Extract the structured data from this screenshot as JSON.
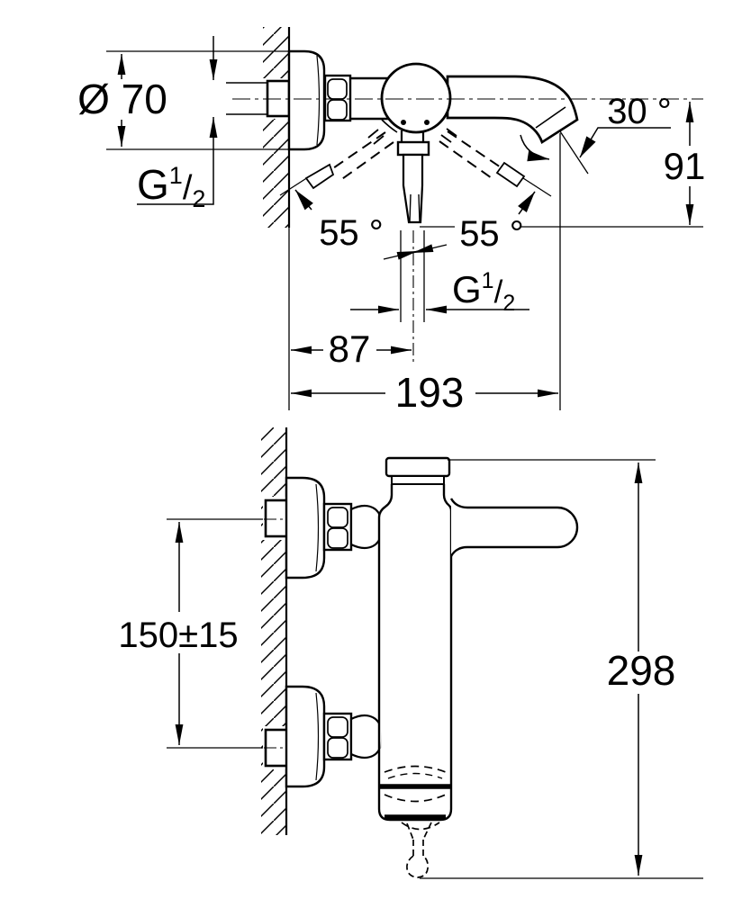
{
  "drawing": {
    "kind": "technical dimensional drawing, wall-mounted single-lever bath/shower mixer, two orthographic views",
    "units": "mm",
    "ink_color": "#000000",
    "background_color": "#ffffff"
  },
  "top_view": {
    "dims": {
      "flange_diameter": "Ø 70",
      "wall_thread": {
        "letter": "G",
        "num": "1",
        "slash": "/",
        "den": "2"
      },
      "spout_angle": "30 °",
      "axis_to_handle_tip": "91",
      "swing_left": "55 °",
      "swing_right": "55 °",
      "outlet_thread": {
        "letter": "G",
        "num": "1",
        "slash": "/",
        "den": "2"
      },
      "wall_to_outlet": "87",
      "wall_to_spout_tip": "193"
    }
  },
  "front_view": {
    "dims": {
      "union_spacing": "150±15",
      "overall_height": "298"
    }
  }
}
